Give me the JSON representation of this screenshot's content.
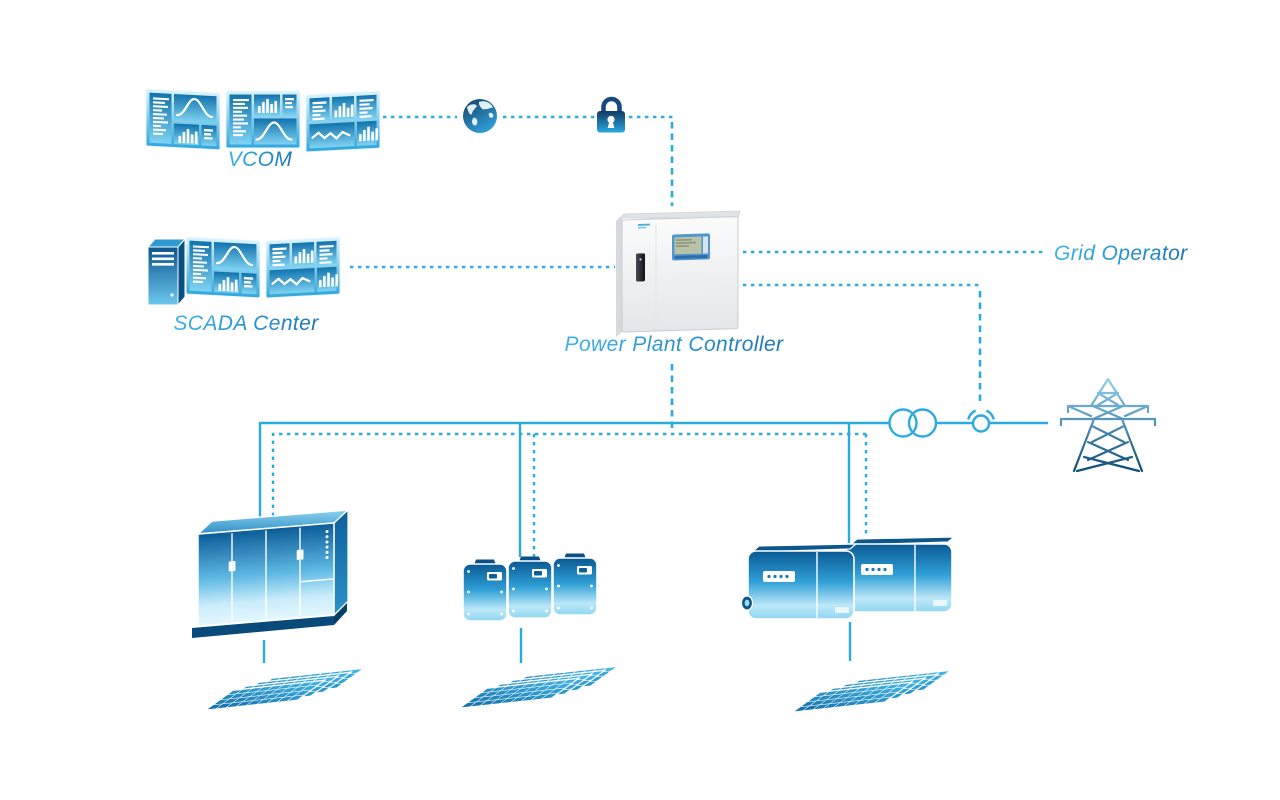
{
  "diagram": {
    "labels": {
      "vcom": "VCOM",
      "scada_center": "SCADA Center",
      "power_plant_controller": "Power Plant Controller",
      "grid_operator": "Grid Operator"
    },
    "icons": [
      {
        "name": "vcom-monitor-wall-icon"
      },
      {
        "name": "globe-icon"
      },
      {
        "name": "lock-icon"
      },
      {
        "name": "scada-server-icon"
      },
      {
        "name": "scada-monitor-wall-icon"
      },
      {
        "name": "power-plant-controller-cabinet-icon"
      },
      {
        "name": "transformer-icon"
      },
      {
        "name": "grid-connection-point-icon"
      },
      {
        "name": "transmission-tower-icon"
      },
      {
        "name": "central-inverter-icon"
      },
      {
        "name": "string-inverter-icon"
      },
      {
        "name": "large-string-inverter-icon"
      },
      {
        "name": "pv-array-icon"
      }
    ],
    "colors": {
      "connection_line": "#29abe2",
      "label_gradient_start": "#3cb4e8",
      "label_gradient_end": "#1b75b8",
      "device_dark_blue": "#0a5a94",
      "device_light_blue": "#bde8f9",
      "controller_cabinet": "#eef0f2",
      "tower_gradient_top": "#93d2f0",
      "tower_gradient_bottom": "#0b4c78"
    }
  }
}
